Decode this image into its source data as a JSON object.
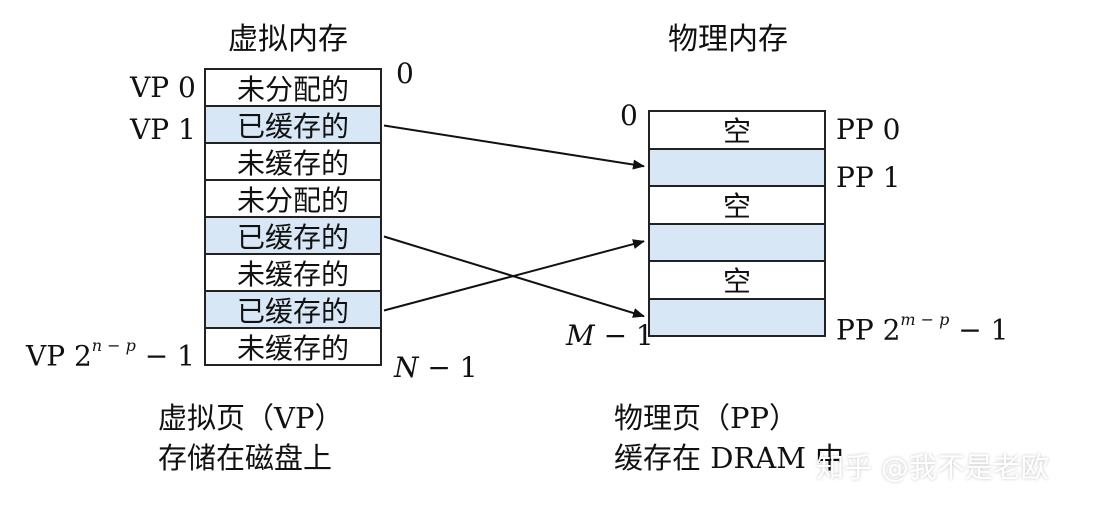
{
  "virtual": {
    "title": "虚拟内存",
    "top_index": "0",
    "bottom_index_var": "N",
    "bottom_index_op": " − 1",
    "cells": [
      {
        "text": "未分配的",
        "state": "unallocated"
      },
      {
        "text": "已缓存的",
        "state": "cached"
      },
      {
        "text": "未缓存的",
        "state": "uncached"
      },
      {
        "text": "未分配的",
        "state": "unallocated"
      },
      {
        "text": "已缓存的",
        "state": "cached"
      },
      {
        "text": "未缓存的",
        "state": "uncached"
      },
      {
        "text": "已缓存的",
        "state": "cached"
      },
      {
        "text": "未缓存的",
        "state": "uncached"
      }
    ],
    "labels": {
      "vp0": "VP 0",
      "vp1": "VP 1",
      "vplast_base": "VP 2",
      "vplast_exp": "n − p",
      "vplast_tail": " − 1"
    },
    "caption_line1": "虚拟页（VP）",
    "caption_line2": "存储在磁盘上"
  },
  "physical": {
    "title": "物理内存",
    "top_index": "0",
    "bottom_index_var": "M",
    "bottom_index_op": " − 1",
    "cells": [
      {
        "text": "空",
        "state": "empty"
      },
      {
        "text": "",
        "state": "used"
      },
      {
        "text": "空",
        "state": "empty"
      },
      {
        "text": "",
        "state": "used"
      },
      {
        "text": "空",
        "state": "empty"
      },
      {
        "text": "",
        "state": "used"
      }
    ],
    "labels": {
      "pp0": "PP 0",
      "pp1": "PP 1",
      "pplast_base": "PP 2",
      "pplast_exp": "m − p",
      "pplast_tail": " − 1"
    },
    "caption_line1": "物理页（PP）",
    "caption_line2": "缓存在 DRAM 中"
  },
  "mappings": [
    {
      "from": 1,
      "to": 1
    },
    {
      "from": 4,
      "to": 5
    },
    {
      "from": 6,
      "to": 3
    }
  ],
  "watermark": "知乎 @我不是老欧",
  "colors": {
    "cached": "#d7e7f6",
    "border": "#222222"
  }
}
